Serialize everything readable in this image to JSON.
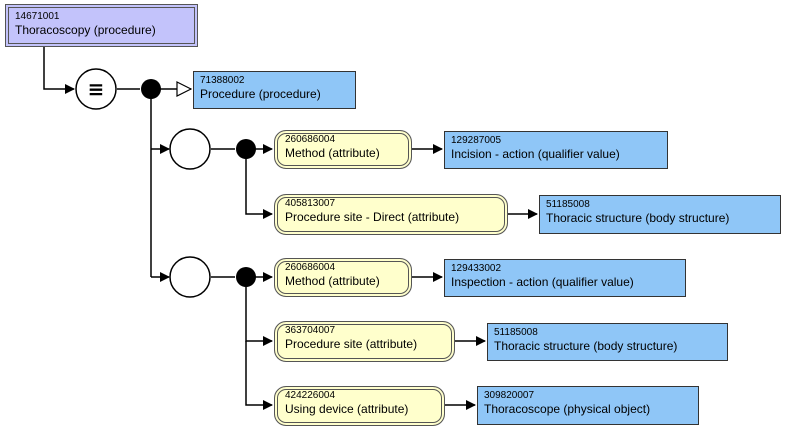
{
  "focus": {
    "id": "14671001",
    "term": "Thoracoscopy (procedure)"
  },
  "definition_symbol": "≡",
  "parent": {
    "id": "71388002",
    "term": "Procedure (procedure)"
  },
  "group1": {
    "method": {
      "attr_id": "260686004",
      "attr_term": "Method (attribute)",
      "value_id": "129287005",
      "value_term": "Incision - action (qualifier value)"
    },
    "site": {
      "attr_id": "405813007",
      "attr_term": "Procedure site - Direct (attribute)",
      "value_id": "51185008",
      "value_term": "Thoracic structure (body structure)"
    }
  },
  "group2": {
    "method": {
      "attr_id": "260686004",
      "attr_term": "Method (attribute)",
      "value_id": "129433002",
      "value_term": "Inspection - action (qualifier value)"
    },
    "site": {
      "attr_id": "363704007",
      "attr_term": "Procedure site (attribute)",
      "value_id": "51185008",
      "value_term": "Thoracic structure (body structure)"
    },
    "device": {
      "attr_id": "424226004",
      "attr_term": "Using device (attribute)",
      "value_id": "309820007",
      "value_term": "Thoracoscope (physical object)"
    }
  }
}
